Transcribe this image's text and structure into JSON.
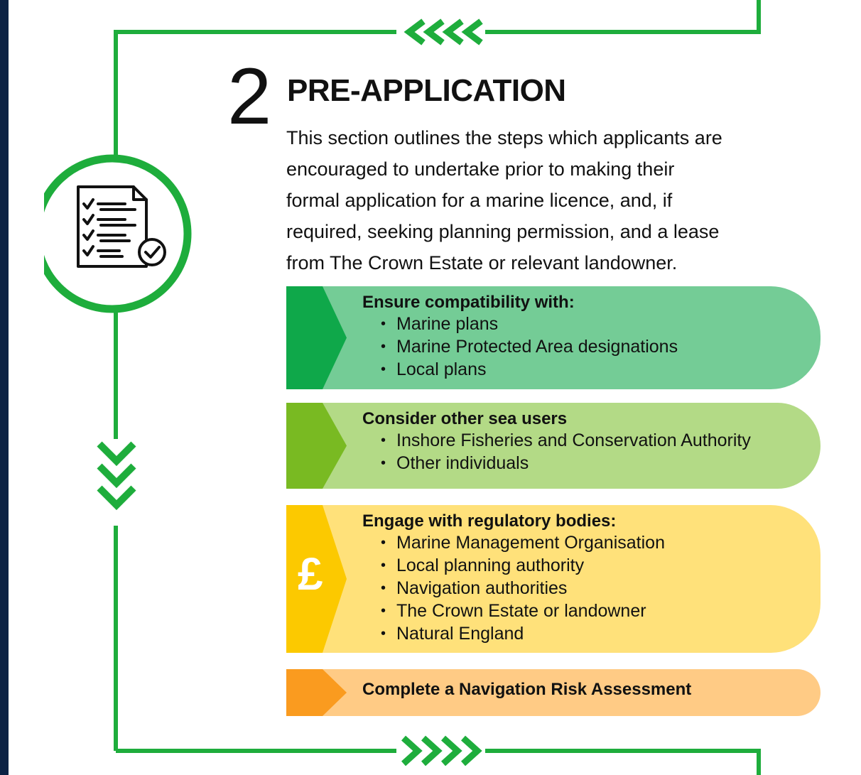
{
  "step": {
    "number": "2",
    "title": "PRE-APPLICATION",
    "intro_lines": [
      "This section outlines the steps which applicants are",
      "encouraged to undertake prior to making their",
      "formal application for a marine licence, and, if",
      "required, seeking planning permission, and a lease",
      "from The Crown Estate or relevant landowner."
    ]
  },
  "boxes": [
    {
      "heading": "Ensure compatibility with:",
      "items": [
        "Marine plans",
        "Marine Protected Area designations",
        "Local plans"
      ],
      "color": "#74cc96",
      "stripe_color": "#0fa84a"
    },
    {
      "heading": "Consider other sea users",
      "items": [
        "Inshore Fisheries and Conservation Authority",
        "Other individuals"
      ],
      "color": "#b3da86",
      "stripe_color": "#79ba22"
    },
    {
      "heading": "Engage with regulatory bodies:",
      "items": [
        "Marine Management Organisation",
        "Local planning authority",
        "Navigation authorities",
        "The Crown Estate or landowner",
        "Natural England"
      ],
      "color": "#ffe17a",
      "stripe_color": "#fcc900",
      "icon_text": "£"
    },
    {
      "heading": "Complete a Navigation Risk Assessment",
      "items": [],
      "color": "#ffcb85",
      "stripe_color": "#fa9b1f"
    }
  ],
  "colors": {
    "background": "#0c2244",
    "flow_line": "#1ead3c",
    "icons": [
      "checklist-document-icon",
      "checkmark-circle-icon",
      "pound-sign-icon",
      "chevron-left-icon",
      "chevron-down-icon",
      "chevron-right-icon"
    ]
  }
}
